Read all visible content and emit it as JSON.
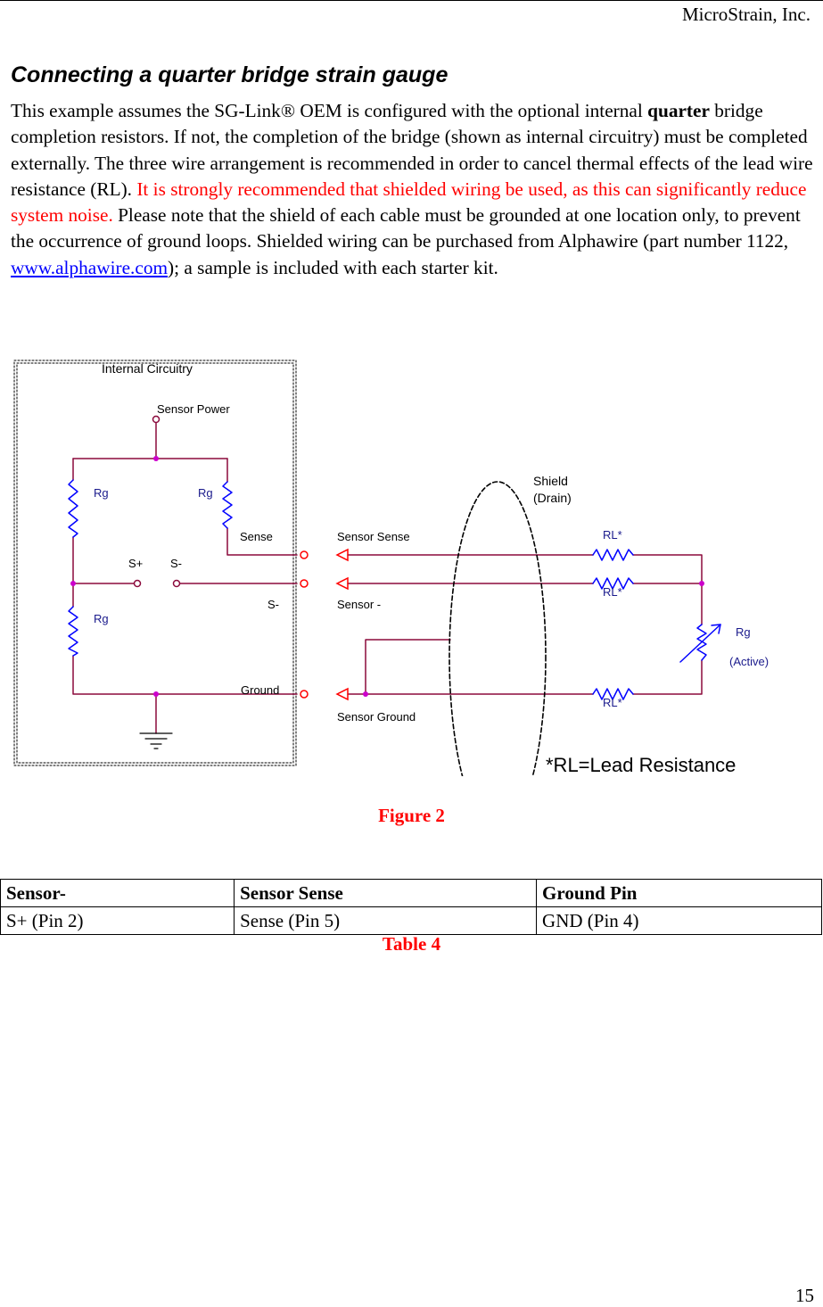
{
  "header": {
    "company": "MicroStrain, Inc."
  },
  "section": {
    "title": "Connecting a quarter bridge strain gauge",
    "p_1": "This example assumes the SG-Link® OEM is configured with the optional internal ",
    "p_bold": "quarter",
    "p_2": " bridge completion resistors. If not, the completion of the bridge (shown as internal circuitry) must be completed externally. The three wire arrangement is recommended in order to cancel thermal effects of the lead wire resistance (RL).   ",
    "p_red": "It is strongly recommended that shielded wiring be used, as this can significantly reduce system noise.",
    "p_3": "  Please note that the shield of each cable must be grounded at one location only, to prevent the occurrence of ground loops.  Shielded wiring can be purchased from Alphawire (part number 1122, ",
    "p_link": "www.alphawire.com",
    "p_4": "); a sample is included with each starter kit."
  },
  "diagram": {
    "internal_circuitry": "Internal Circuitry",
    "sensor_power": "Sensor Power",
    "rg_top_left": "Rg",
    "rg_top_right": "Rg",
    "rg_bottom_left": "Rg",
    "sense": "Sense",
    "s_plus": "S+",
    "s_minus_bridge": "S-",
    "s_minus_terminal": "S-",
    "ground": "Ground",
    "sensor_sense": "Sensor Sense",
    "sensor_minus": "Sensor -",
    "sensor_ground": "Sensor Ground",
    "shield_line1": "Shield",
    "shield_line2": "(Drain)",
    "rl_1": "RL*",
    "rl_2": "RL*",
    "rl_3": "RL*",
    "rg_active": "Rg",
    "active": "(Active)",
    "lead_note": "*RL=Lead Resistance",
    "colors": {
      "wire": "#8b0a3c",
      "resistor": "#0000ff",
      "node": "#cc00cc",
      "label": "#1a1a8c",
      "terminal": "#ff0000"
    }
  },
  "figure_caption": "Figure 2",
  "table": {
    "headers": [
      "Sensor-",
      "Sensor Sense",
      "Ground Pin"
    ],
    "row": [
      "S+ (Pin 2)",
      "Sense (Pin 5)",
      "GND (Pin 4)"
    ]
  },
  "table_caption": "Table 4",
  "page_number": "15"
}
